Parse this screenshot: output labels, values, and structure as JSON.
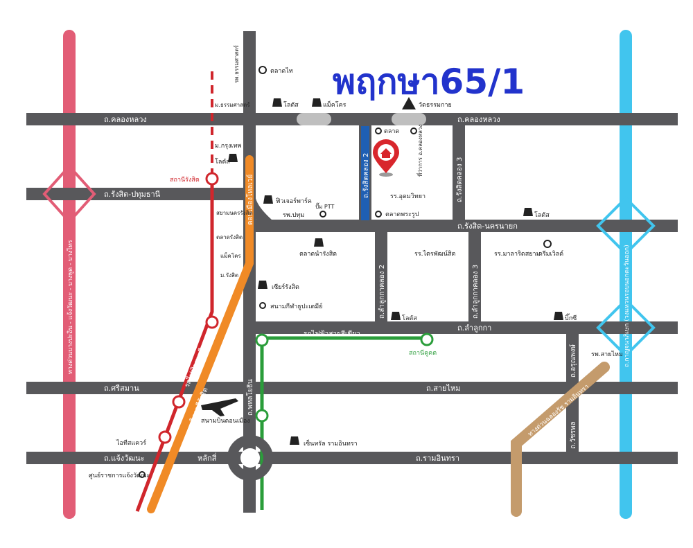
{
  "title": "พฤกษา65/1",
  "roads": {
    "khlong_luang_w": "ถ.คลองหลวง",
    "khlong_luang_e": "ถ.คลองหลวง",
    "rangsit_pathum": "ถ.รังสิต-ปทุมธานี",
    "rangsit_nakhon": "ถ.รังสิต-นครนายก",
    "lam_luk_ka": "ถ.ลำลูกกา",
    "sri_saman": "ถ.ศรีสมาน",
    "sai_mai": "ถ.สายไหม",
    "chaeng_wattana": "ถ.แจ้งวัฒนะ",
    "ram_inthra": "ถ.รามอินทรา",
    "rangsit_khlong2": "ถ.รังสิตคลอง 2",
    "rangsit_khlong3": "ถ.รังสิตคลอง 3",
    "lamlukka_khlong2": "ถ.ลำลูกกาคลอง 2",
    "lamlukka_khlong3": "ถ.ลำลูกกาคลอง 3",
    "phahonyothin": "ถ.พหลโยธิน",
    "wacharaphon": "ถ.วัชรพล",
    "chatuchot": "ถ.อรุณพงษ์",
    "don_mueang_tollway": "ดอนเมืองโทลเวย์",
    "west_expressway": "ทางด่วนบางปะอิน - แจ้งวัฒนะ - บางพูด - บางไทร",
    "east_ring": "ถ.กาญจนาภิเษก (วงแหวนรอบนอกตะวันออก)",
    "ram_inthra_expressway": "ทางด่วนฉลองรัช รามอินทรา"
  },
  "rail": {
    "red_line": "รถไฟฟ้าสายสีแดง",
    "green_line": "รถไฟฟ้าสายสีเขียว",
    "rangsit_station": "สถานีรังสิต",
    "khu_khot_station": "สถานีคูคต",
    "airport_link": "วิภาวดีรังสิต"
  },
  "places": {
    "talad_thai": "ตลาดไท",
    "dharmasart_hospital": "รพ.ธรรมศาสตร์",
    "dharmasart_uni": "ม.ธรรมศาสตร์",
    "lotus_top": "โลตัส",
    "makro_top": "แม็คโคร",
    "wat_dhammakaya": "วัดธรรมกาย",
    "bangkok_uni": "ม.กรุงเทพ",
    "lotus_left": "โลตัส",
    "talad_khlong": "ตลาด",
    "district_office": "ที่ว่าการ อ.คลองหลวง",
    "udom_school": "รร.อุดมวิทยา",
    "talad_phra": "ตลาดพระรูป",
    "ptt": "ปั๊ม PTT",
    "future_park": "ฟิวเจอร์พาร์ค",
    "patum_hospital": "รพ.ปทุม",
    "lotus_right": "โลตัส",
    "sp_center": "สยามนครรังสิต",
    "talad_rangsit": "ตลาดรังสิต",
    "makro_left": "แม็คโคร",
    "rangsit_uni": "ม.รังสิต",
    "talad_si_rangsit": "ตลาดนำรังสิต",
    "zeer": "เซียร์รังสิต",
    "sky_hotel": "สนามกีฬาธูปะเตมีย์",
    "school_lkk": "รร.ไตรพัฒน์สิต",
    "school_main": "รร.มาลาริดสยาม",
    "dreamworld": "ดรีมเวิลด์",
    "lotus_lkk": "โลตัส",
    "big_c": "บิ๊กซี",
    "sai_mai_hospital": "รพ.สายไหม",
    "don_mueang_airport": "สนามบินดอนเมือง",
    "it_square": "ไอทีสแควร์",
    "govt_center": "ศูนย์ราชการแจ้งวัฒนะ",
    "central_ram": "เซ็นทรัล รามอินทรา",
    "lak_si": "หลักสี่"
  },
  "colors": {
    "road": "#58585b",
    "west_expressway": "#e25d76",
    "east_ring": "#41c5ee",
    "red_line": "#d0262c",
    "airport_link": "#f08a26",
    "green_line": "#2a9d3a",
    "blue_road": "#1f5fb3",
    "ram_expressway": "#c49b6c",
    "title": "#2233cc",
    "pin": "#d8262c"
  }
}
